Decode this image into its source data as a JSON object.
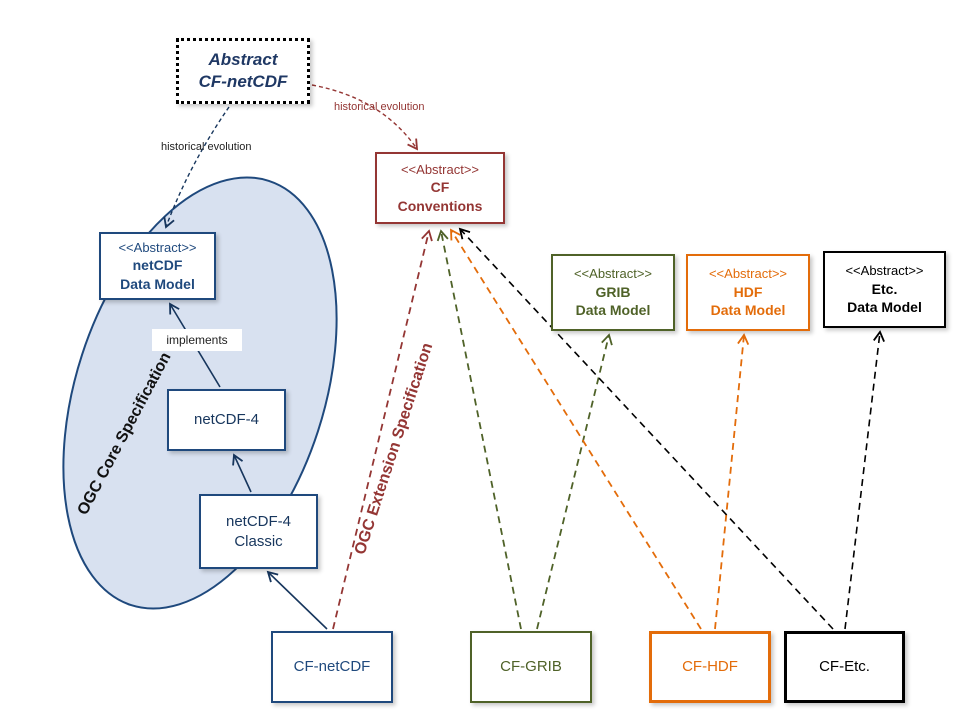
{
  "nodes": {
    "abstract_cf_netcdf": {
      "line1": "Abstract",
      "line2": "CF-netCDF"
    },
    "cf_conventions": {
      "stereotype": "<<Abstract>>",
      "name1": "CF",
      "name2": "Conventions"
    },
    "netcdf_data_model": {
      "stereotype": "<<Abstract>>",
      "name1": "netCDF",
      "name2": "Data Model"
    },
    "netcdf_4": {
      "name1": "netCDF-4"
    },
    "netcdf_4_classic": {
      "name1": "netCDF-4",
      "name2": "Classic"
    },
    "grib_data_model": {
      "stereotype": "<<Abstract>>",
      "name1": "GRIB",
      "name2": "Data Model"
    },
    "hdf_data_model": {
      "stereotype": "<<Abstract>>",
      "name1": "HDF",
      "name2": "Data Model"
    },
    "etc_data_model": {
      "stereotype": "<<Abstract>>",
      "name1": "Etc.",
      "name2": "Data Model"
    },
    "cf_netcdf": {
      "name1": "CF-netCDF"
    },
    "cf_grib": {
      "name1": "CF-GRIB"
    },
    "cf_hdf": {
      "name1": "CF-HDF"
    },
    "cf_etc": {
      "name1": "CF-Etc."
    }
  },
  "labels": {
    "historical_evolution_top": "historical evolution",
    "historical_evolution_left": "historical evolution",
    "implements": "implements",
    "ogc_core_specification": "OGC Core Specification",
    "ogc_extension_specification": "OGC Extension Specification"
  },
  "colors": {
    "dark_red": "#943634",
    "dark_blue": "#1F497D",
    "navy_text": "#17365D",
    "olive_green": "#4F6228",
    "orange": "#E36C0A",
    "black": "#000000",
    "ellipse_fill": "#D8E1F0"
  }
}
